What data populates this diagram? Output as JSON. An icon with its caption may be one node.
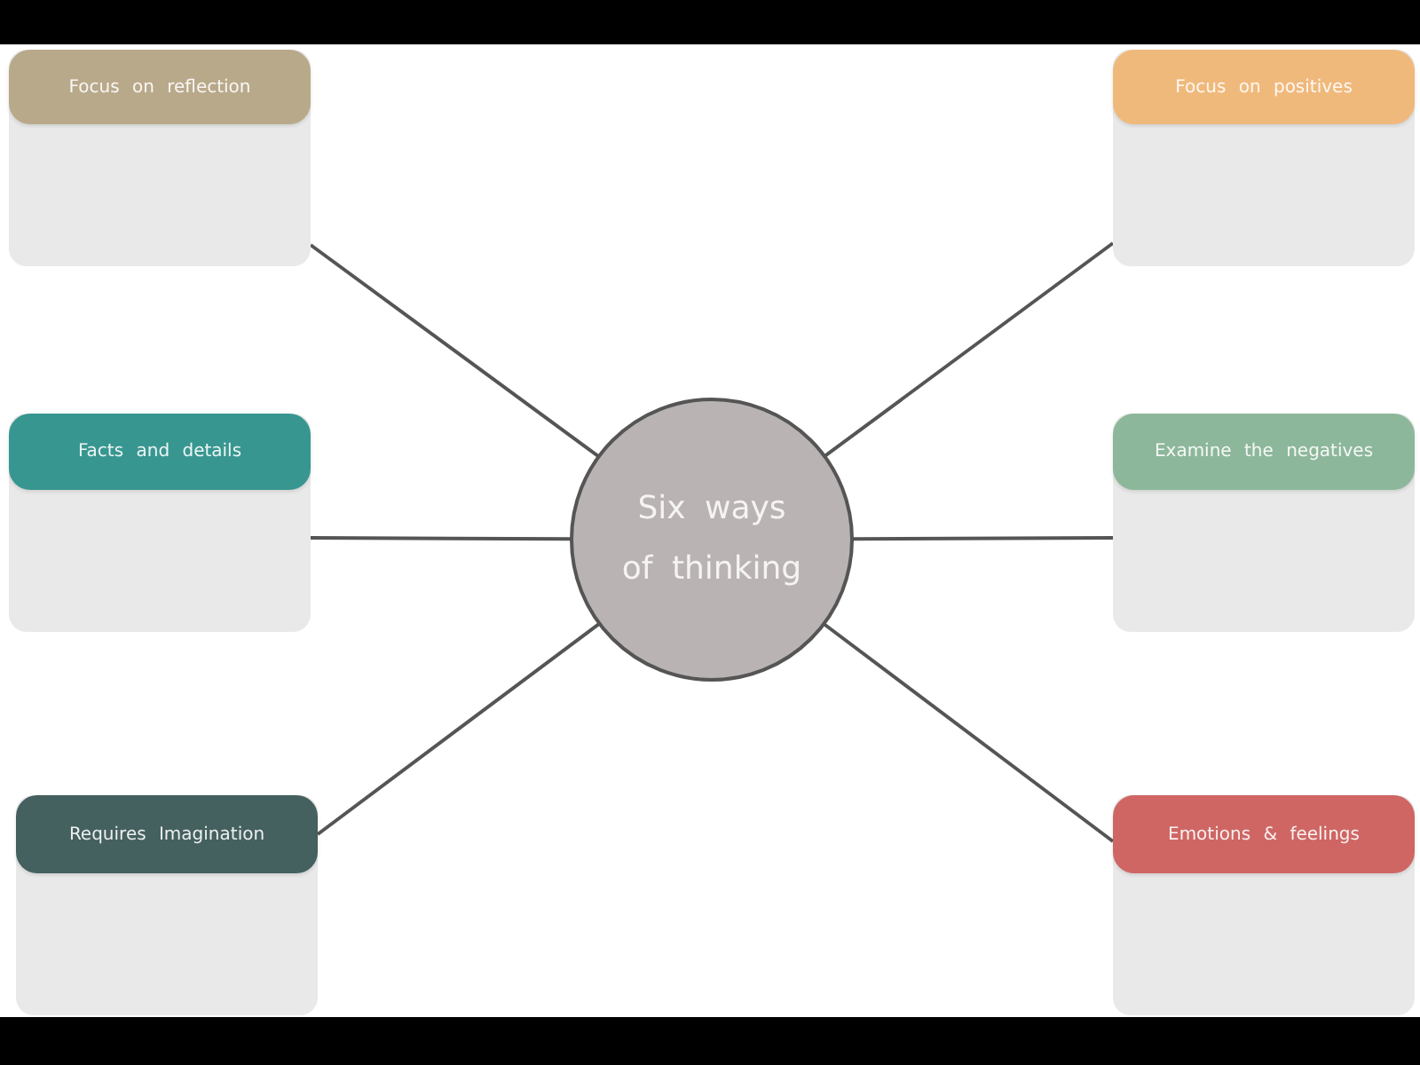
{
  "diagram": {
    "nodes": [
      {
        "text": [
          "Six ways of thinking"
        ]
      },
      {
        "text": [
          "Focus on reflection"
        ]
      },
      {
        "text": [
          "Focus on positives"
        ]
      },
      {
        "text": [
          "Facts and details"
        ]
      },
      {
        "text": [
          "Examine the negatives"
        ]
      },
      {
        "text": [
          "Requires Imagination"
        ]
      },
      {
        "text": [
          "Emotions & feelings"
        ]
      }
    ],
    "edges": [
      {
        "from": 0,
        "to": 1,
        "arrow": "none"
      },
      {
        "from": 0,
        "to": 2,
        "arrow": "none"
      },
      {
        "from": 0,
        "to": 3,
        "arrow": "none"
      },
      {
        "from": 0,
        "to": 4,
        "arrow": "none"
      },
      {
        "from": 0,
        "to": 5,
        "arrow": "none"
      },
      {
        "from": 0,
        "to": 6,
        "arrow": "none"
      }
    ]
  }
}
